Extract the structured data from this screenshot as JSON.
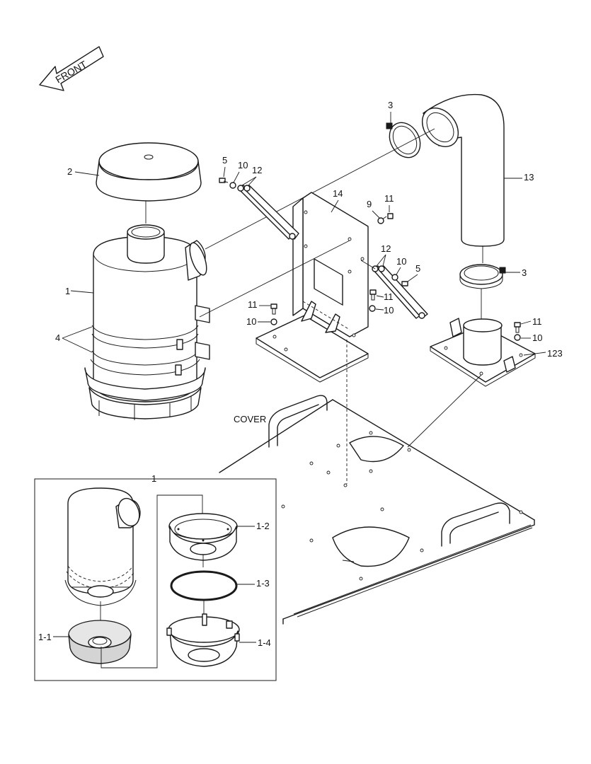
{
  "labels": {
    "front": "FRONT",
    "cover": "COVER",
    "p1": "1",
    "p2": "2",
    "p3a": "3",
    "p3b": "3",
    "p4": "4",
    "p5a": "5",
    "p5b": "5",
    "p9": "9",
    "p10a": "10",
    "p10b": "10",
    "p10c": "10",
    "p10d": "10",
    "p11a": "11",
    "p11b": "11",
    "p11c": "11",
    "p11d": "11",
    "p12a": "12",
    "p12b": "12",
    "p13": "13",
    "p14": "14",
    "p123": "123",
    "inset_title": "1",
    "p1_1": "1-1",
    "p1_2": "1-2",
    "p1_3": "1-3",
    "p1_4": "1-4"
  }
}
